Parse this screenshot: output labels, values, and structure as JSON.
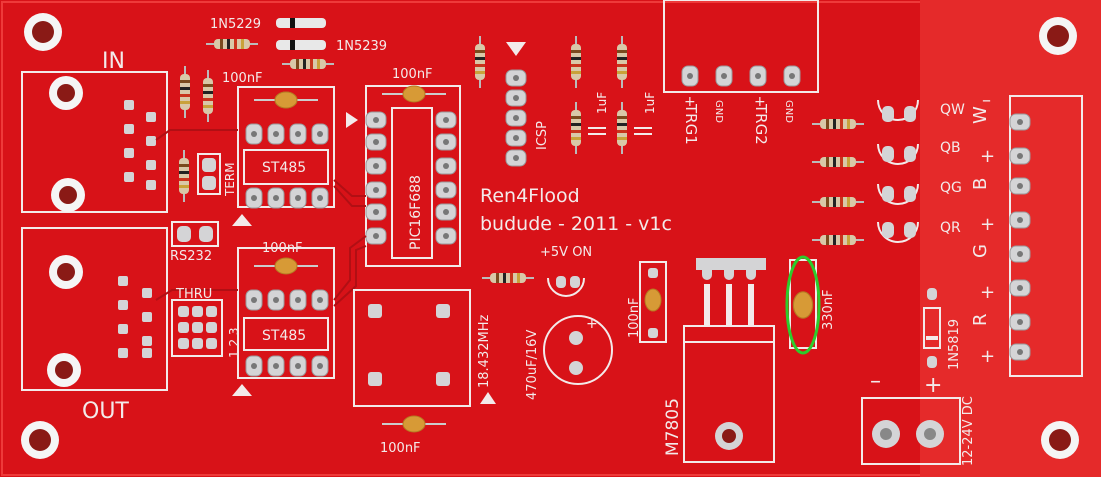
{
  "board": {
    "title": "Ren4Flood",
    "credit": "budude - 2011 - v1c",
    "colors": {
      "pcb": "#e1141b",
      "silk": "#f3eaea",
      "pad": "#d4d4d6",
      "background": "#8a1a16"
    }
  },
  "labels": {
    "in": "IN",
    "out": "OUT",
    "term": "TERM",
    "rs232": "RS232",
    "thru": "THRU",
    "thru_pins": "1 2 3",
    "st485_top": "ST485",
    "st485_bottom": "ST485",
    "pic": "PIC16F688",
    "icsp": "ICSP",
    "crystal": "18.432MHz",
    "cap_100nf_1": "100nF",
    "cap_100nf_2": "100nF",
    "cap_100nf_3": "100nF",
    "cap_100nf_4": "100nF",
    "cap_100nf_5": "100nF",
    "cap_1uf_1": "1uF",
    "cap_1uf_2": "1uF",
    "cap_330nf": "330nF",
    "elcap": "470uF/16V",
    "power_led": "+5V ON",
    "diode_1": "1N5229",
    "diode_2": "1N5239",
    "diode_3": "1N5819",
    "regulator": "M7805",
    "trg1_plus": "+",
    "trg1_gnd": "GND",
    "trg1": "TRG1",
    "trg2_plus": "+",
    "trg2_gnd": "GND",
    "trg2": "TRG2",
    "qw": "QW",
    "qb": "QB",
    "qg": "QG",
    "qr": "QR",
    "dc_input": "12-24V DC",
    "dc_minus": "–",
    "dc_plus": "+"
  },
  "led_connector": [
    "W",
    "B",
    "G",
    "R"
  ],
  "icons": [
    "mounting-hole",
    "rj45-jack",
    "ic-dip",
    "resistor",
    "capacitor",
    "led",
    "terminal-block",
    "voltage-regulator"
  ]
}
